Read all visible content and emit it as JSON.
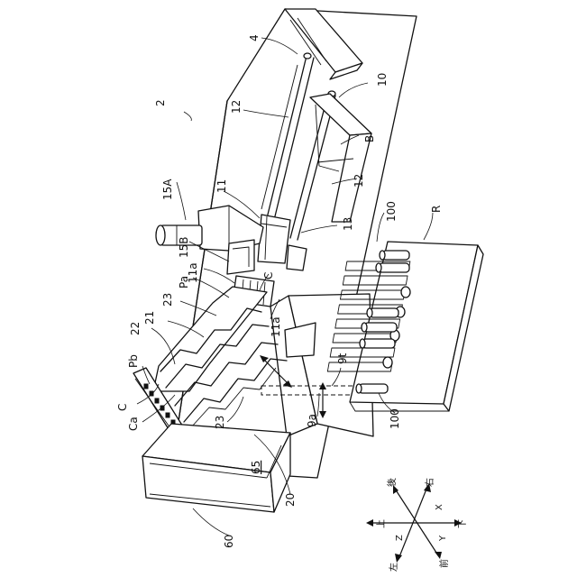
{
  "figure": {
    "ref_2": "2",
    "ref_4": "4",
    "ref_10": "10",
    "ref_12_top": "12",
    "ref_12_right": "12",
    "ref_B": "B",
    "ref_11": "11",
    "ref_13": "13",
    "ref_15A": "15A",
    "ref_15B": "15B",
    "ref_11a_top": "11a",
    "ref_11a_bottom": "11a",
    "ref_C_top": "C",
    "ref_C_left": "C",
    "ref_Pa": "Pa",
    "ref_Pb": "Pb",
    "ref_23_top": "23",
    "ref_23_bottom": "23",
    "ref_21": "21",
    "ref_22": "22",
    "ref_Ca": "Ca",
    "ref_9t": "9t",
    "ref_9a": "9a",
    "ref_20": "20",
    "ref_65": "65",
    "ref_60": "60",
    "ref_100_top": "100",
    "ref_100_bottom": "100",
    "ref_R": "R"
  },
  "axes": {
    "back": "後",
    "right": "右",
    "up": "上",
    "down": "下",
    "left": "左",
    "front": "前",
    "x": "X",
    "y": "Y",
    "z": "Z"
  }
}
